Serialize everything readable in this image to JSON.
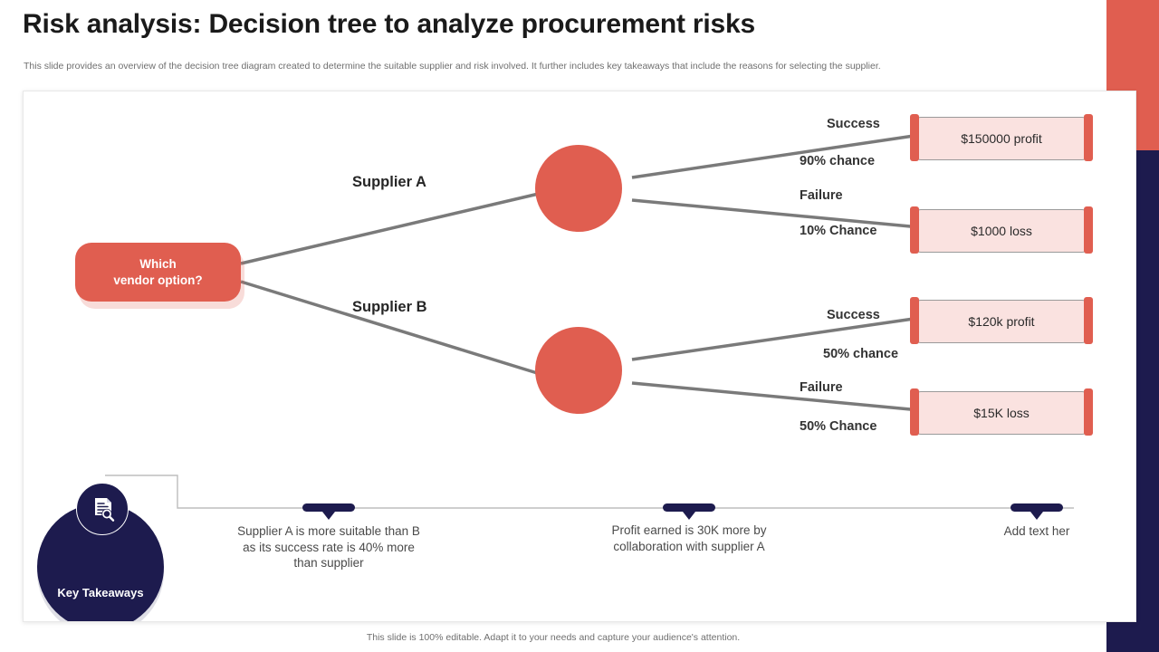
{
  "header": {
    "title": "Risk analysis: Decision tree to analyze procurement risks",
    "subtitle": "This slide provides an overview of the decision tree diagram created to determine the suitable supplier and risk involved. It further includes key takeaways that include the reasons for selecting the supplier."
  },
  "colors": {
    "accent_red": "#e05e50",
    "navy": "#1d1b4e",
    "outcome_fill": "#fae2e0",
    "line_gray": "#7a7a7a"
  },
  "tree": {
    "root": {
      "line1": "Which",
      "line2": "vendor option?"
    },
    "branches": [
      {
        "supplier": "Supplier A",
        "outcomes": [
          {
            "result": "Success",
            "chance": "90% chance",
            "value": "$150000 profit"
          },
          {
            "result": "Failure",
            "chance": "10% Chance",
            "value": "$1000 loss"
          }
        ]
      },
      {
        "supplier": "Supplier B",
        "outcomes": [
          {
            "result": "Success",
            "chance": "50% chance",
            "value": "$120k profit"
          },
          {
            "result": "Failure",
            "chance": "50% Chance",
            "value": "$15K loss"
          }
        ]
      }
    ]
  },
  "takeaways": {
    "label": "Key Takeaways",
    "icon": "document-search-icon",
    "items": [
      {
        "text": "Supplier A is more suitable than B as its success rate is 40% more than supplier"
      },
      {
        "text": "Profit earned is 30K more by collaboration with supplier A"
      },
      {
        "text": "Add text her"
      }
    ]
  },
  "footer": {
    "note": "This slide is 100% editable. Adapt it to your needs and capture your audience's attention."
  }
}
